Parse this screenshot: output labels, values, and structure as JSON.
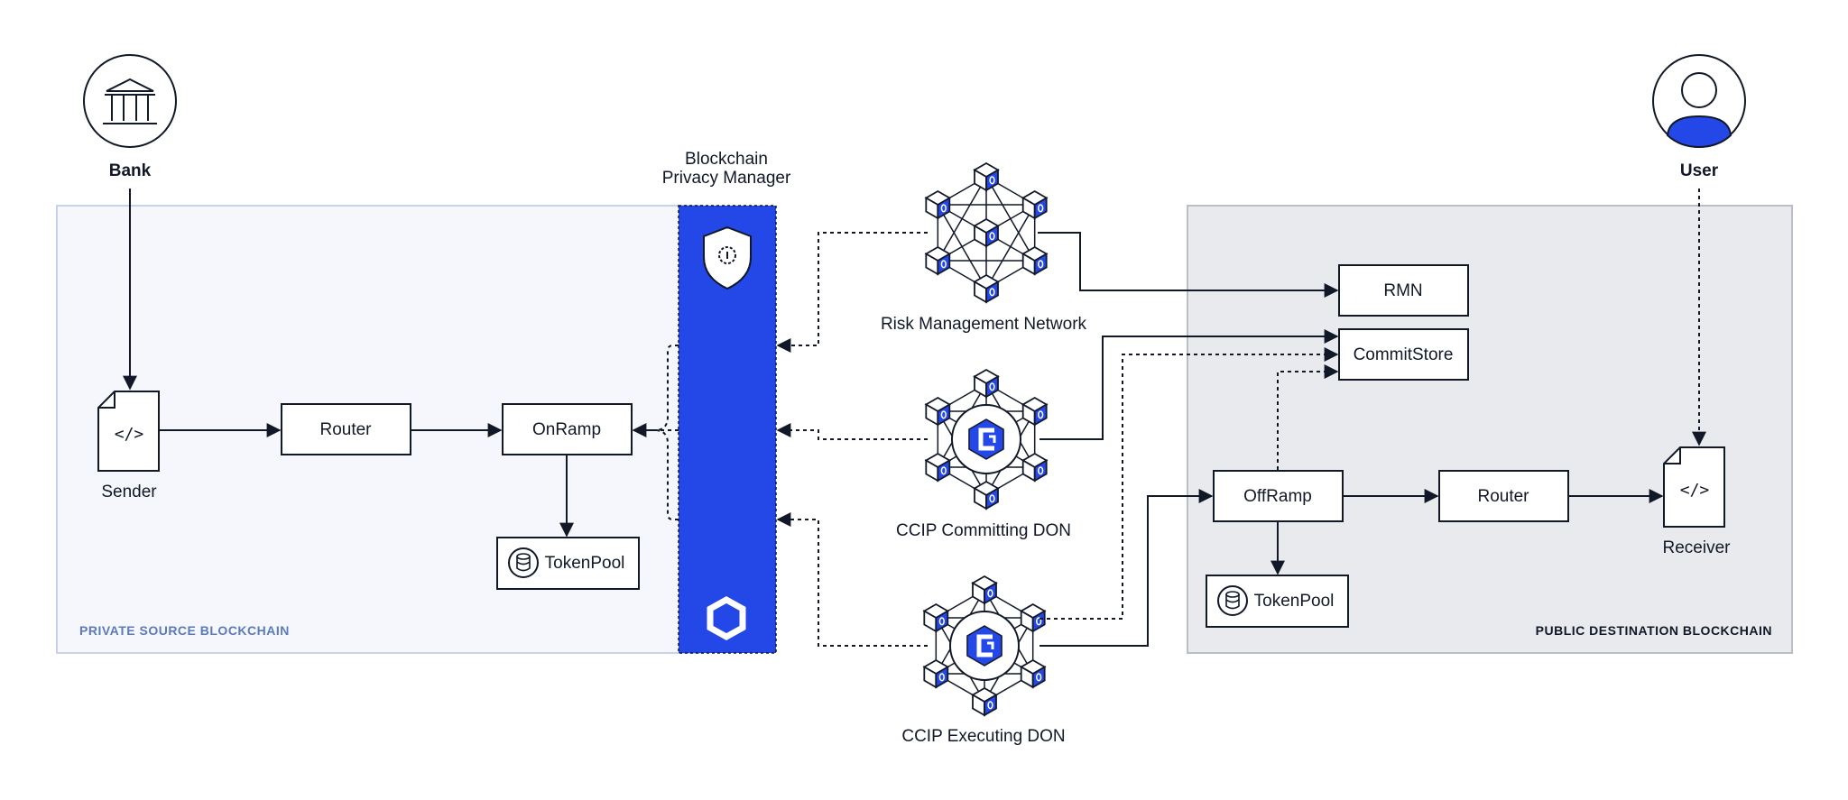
{
  "labels": {
    "bank": "Bank",
    "user": "User",
    "sender": "Sender",
    "receiver": "Receiver",
    "bpm_line1": "Blockchain",
    "bpm_line2": "Privacy Manager",
    "rmn_network": "Risk Management Network",
    "committing_don": "CCIP Committing DON",
    "executing_don": "CCIP Executing DON"
  },
  "boxes": {
    "router_src": "Router",
    "onramp": "OnRamp",
    "tokenpool_src": "TokenPool",
    "rmn": "RMN",
    "commitstore": "CommitStore",
    "offramp": "OffRamp",
    "router_dst": "Router",
    "tokenpool_dst": "TokenPool"
  },
  "zones": {
    "private": "PRIVATE SOURCE BLOCKCHAIN",
    "public": "PUBLIC DESTINATION BLOCKCHAIN"
  },
  "icons": {
    "code_glyph": "</>"
  },
  "colors": {
    "accent_blue": "#2447e8",
    "private_zone_bg": "#f5f7fc",
    "private_zone_border": "#c7d3ea",
    "private_zone_text": "#5c7ab8",
    "public_zone_bg": "#e8eaee",
    "public_zone_border": "#b9bec8",
    "public_zone_text": "#111827",
    "ink": "#111827"
  }
}
